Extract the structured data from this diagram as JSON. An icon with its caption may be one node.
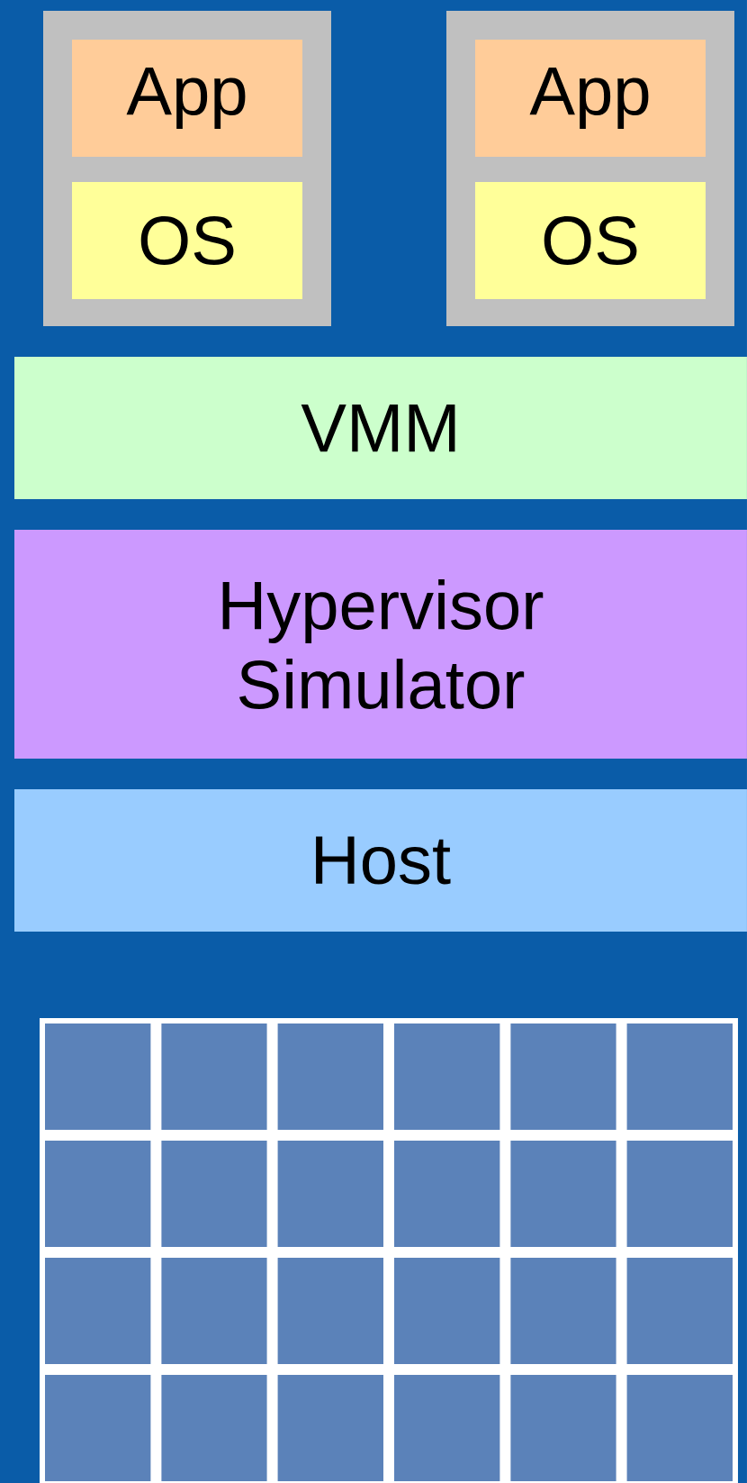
{
  "diagram": {
    "nodes": [
      {
        "text": [],
        "shape": "box"
      },
      {
        "text": [
          "App"
        ],
        "in": 0
      },
      {
        "text": [
          "OS"
        ],
        "in": 0
      },
      {
        "text": [],
        "shape": "box"
      },
      {
        "text": [
          "App"
        ],
        "in": 3
      },
      {
        "text": [
          "OS"
        ],
        "in": 3
      },
      {
        "text": [
          "VMM"
        ]
      },
      {
        "text": [
          "Hypervisor Simulator"
        ]
      },
      {
        "text": [
          "Host"
        ]
      }
    ]
  }
}
